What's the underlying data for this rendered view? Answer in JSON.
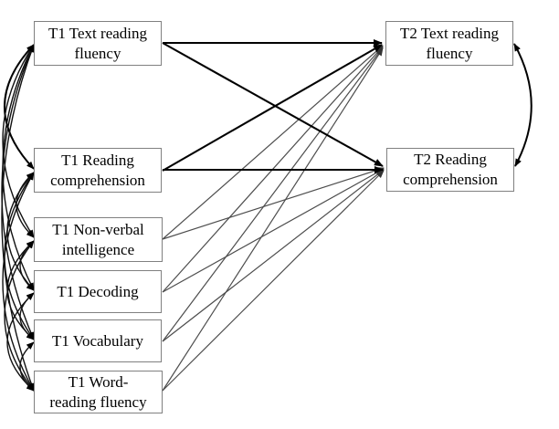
{
  "diagram": {
    "kind": "structural-equation-path-model",
    "background_color": "#ffffff",
    "box_border_color": "#808080",
    "text_color": "#000000",
    "bold_path_color": "#000000",
    "thin_path_color": "#4d4d4d",
    "nodes": {
      "t1_text_reading_fluency": {
        "label": "T1 Text reading\nfluency"
      },
      "t1_reading_comprehension": {
        "label": "T1 Reading\ncomprehension"
      },
      "t1_nonverbal_intelligence": {
        "label": "T1 Non-verbal\nintelligence"
      },
      "t1_decoding": {
        "label": "T1 Decoding"
      },
      "t1_vocabulary": {
        "label": "T1 Vocabulary"
      },
      "t1_word_reading_fluency": {
        "label": "T1 Word-\nreading fluency"
      },
      "t2_text_reading_fluency": {
        "label": "T2 Text reading\nfluency"
      },
      "t2_reading_comprehension": {
        "label": "T2 Reading\ncomprehension"
      }
    },
    "directed_paths": [
      {
        "from": "t1_text_reading_fluency",
        "to": "t2_text_reading_fluency",
        "style": "bold"
      },
      {
        "from": "t1_text_reading_fluency",
        "to": "t2_reading_comprehension",
        "style": "bold"
      },
      {
        "from": "t1_reading_comprehension",
        "to": "t2_text_reading_fluency",
        "style": "bold"
      },
      {
        "from": "t1_reading_comprehension",
        "to": "t2_reading_comprehension",
        "style": "bold"
      },
      {
        "from": "t1_nonverbal_intelligence",
        "to": "t2_text_reading_fluency",
        "style": "thin"
      },
      {
        "from": "t1_nonverbal_intelligence",
        "to": "t2_reading_comprehension",
        "style": "thin"
      },
      {
        "from": "t1_decoding",
        "to": "t2_text_reading_fluency",
        "style": "thin"
      },
      {
        "from": "t1_decoding",
        "to": "t2_reading_comprehension",
        "style": "thin"
      },
      {
        "from": "t1_vocabulary",
        "to": "t2_text_reading_fluency",
        "style": "thin"
      },
      {
        "from": "t1_vocabulary",
        "to": "t2_reading_comprehension",
        "style": "thin"
      },
      {
        "from": "t1_word_reading_fluency",
        "to": "t2_text_reading_fluency",
        "style": "thin"
      },
      {
        "from": "t1_word_reading_fluency",
        "to": "t2_reading_comprehension",
        "style": "thin"
      }
    ],
    "covariances": [
      {
        "between": [
          "t1_text_reading_fluency",
          "t1_reading_comprehension"
        ]
      },
      {
        "between": [
          "t1_text_reading_fluency",
          "t1_nonverbal_intelligence"
        ]
      },
      {
        "between": [
          "t1_text_reading_fluency",
          "t1_decoding"
        ]
      },
      {
        "between": [
          "t1_text_reading_fluency",
          "t1_vocabulary"
        ]
      },
      {
        "between": [
          "t1_text_reading_fluency",
          "t1_word_reading_fluency"
        ]
      },
      {
        "between": [
          "t1_reading_comprehension",
          "t1_nonverbal_intelligence"
        ]
      },
      {
        "between": [
          "t1_reading_comprehension",
          "t1_decoding"
        ]
      },
      {
        "between": [
          "t1_reading_comprehension",
          "t1_vocabulary"
        ]
      },
      {
        "between": [
          "t1_reading_comprehension",
          "t1_word_reading_fluency"
        ]
      },
      {
        "between": [
          "t1_nonverbal_intelligence",
          "t1_decoding"
        ]
      },
      {
        "between": [
          "t1_nonverbal_intelligence",
          "t1_vocabulary"
        ]
      },
      {
        "between": [
          "t1_nonverbal_intelligence",
          "t1_word_reading_fluency"
        ]
      },
      {
        "between": [
          "t1_decoding",
          "t1_vocabulary"
        ]
      },
      {
        "between": [
          "t1_decoding",
          "t1_word_reading_fluency"
        ]
      },
      {
        "between": [
          "t1_vocabulary",
          "t1_word_reading_fluency"
        ]
      },
      {
        "between": [
          "t2_text_reading_fluency",
          "t2_reading_comprehension"
        ]
      }
    ]
  }
}
